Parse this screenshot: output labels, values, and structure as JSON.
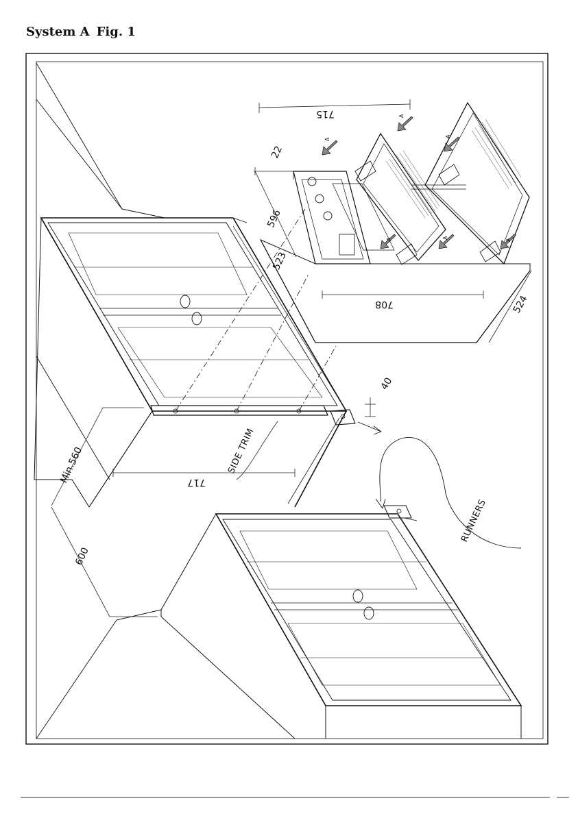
{
  "page": {
    "title": "System A",
    "fig": "Fig. 1"
  },
  "figure": {
    "labels": {
      "side_trim": "SIDE TRIM",
      "runners": "RUNNERS",
      "arrow_letter": "A"
    },
    "dimensions": {
      "d715": "715",
      "d22": "22",
      "d596": "596",
      "d523": "523",
      "d708": "708",
      "d524": "524",
      "d40": "40",
      "d717": "717",
      "dmin560": "Min.560",
      "d600": "600"
    }
  },
  "colors": {
    "ink": "#111111",
    "dim_line": "#222222",
    "light": "#666666"
  }
}
